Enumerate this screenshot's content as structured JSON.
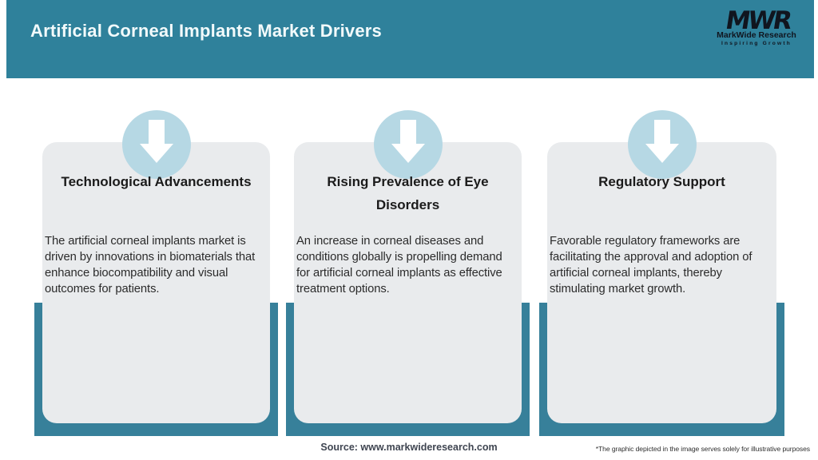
{
  "header": {
    "title": "Artificial Corneal Implants Market Drivers",
    "logo": {
      "icon": "mwr-monogram-icon",
      "monogram": "MWR",
      "name": "MarkWide Research",
      "tagline": "Inspiring Growth"
    }
  },
  "cards": [
    {
      "icon": "down-arrow-icon",
      "title": "Technological Advancements",
      "body": "The artificial corneal implants market is driven by innovations in biomaterials that enhance biocompatibility and visual outcomes for patients."
    },
    {
      "icon": "down-arrow-icon",
      "title": "Rising Prevalence of Eye Disorders",
      "body": "An increase in corneal diseases and conditions globally is propelling demand for artificial corneal implants as effective treatment options."
    },
    {
      "icon": "down-arrow-icon",
      "title": "Regulatory Support",
      "body": "Favorable regulatory frameworks are facilitating the approval and adoption of artificial corneal implants, thereby stimulating market growth."
    }
  ],
  "footer": {
    "source": "Source: www.markwideresearch.com",
    "disclaimer": "*The graphic depicted in the image serves solely for illustrative purposes"
  },
  "colors": {
    "teal": "#2f819b",
    "backing": "#37809a",
    "card_bg": "#e9ebed",
    "circle_bg": "#b6d8e4",
    "arrow": "#ffffff",
    "title_text": "#f2fafb",
    "heading_text": "#1b1b1b",
    "body_text": "#2b2b2b",
    "source_text": "#3f4551",
    "disclaimer_text": "#2f2f2f",
    "logo_text": "#10151f",
    "page_bg": "#ffffff"
  }
}
